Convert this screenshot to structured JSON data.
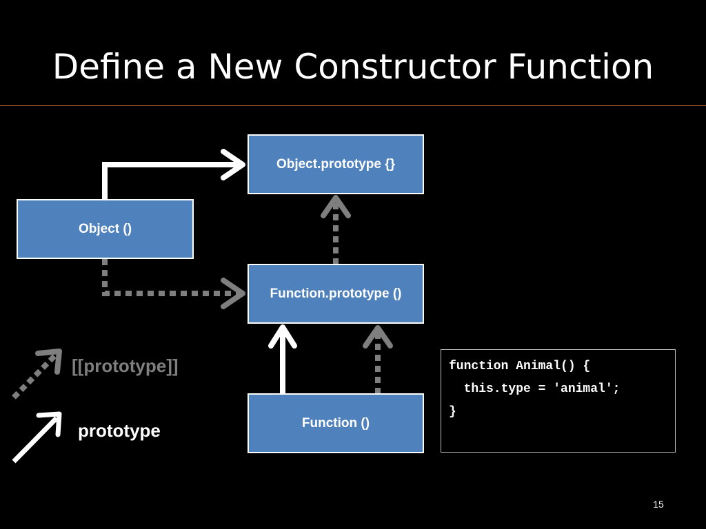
{
  "slide": {
    "title": "Define a New Constructor Function",
    "page_number": "15"
  },
  "colors": {
    "background": "#000000",
    "box_fill": "#4f81bd",
    "box_border": "#ffffff",
    "prototype_link": "#ffffff",
    "internal_prototype_link": "#7f7f7f",
    "title_rule": "#c0683a"
  },
  "nodes": {
    "object_prototype": "Object.prototype {}",
    "object_ctor": "Object ()",
    "function_prototype": "Function.prototype ()",
    "function_ctor": "Function ()"
  },
  "edges": [
    {
      "from": "Object ()",
      "to": "Object.prototype {}",
      "kind": "prototype",
      "style": "solid"
    },
    {
      "from": "Object ()",
      "to": "Function.prototype ()",
      "kind": "[[prototype]]",
      "style": "dotted"
    },
    {
      "from": "Function.prototype ()",
      "to": "Object.prototype {}",
      "kind": "[[prototype]]",
      "style": "dotted"
    },
    {
      "from": "Function ()",
      "to": "Function.prototype ()",
      "kind": "prototype",
      "style": "solid"
    },
    {
      "from": "Function ()",
      "to": "Function.prototype ()",
      "kind": "[[prototype]]",
      "style": "dotted"
    }
  ],
  "legend": {
    "internal_label": "[[prototype]]",
    "prototype_label": "prototype"
  },
  "code": {
    "lines": [
      "function Animal() {",
      "  this.type = 'animal';",
      "}"
    ]
  }
}
